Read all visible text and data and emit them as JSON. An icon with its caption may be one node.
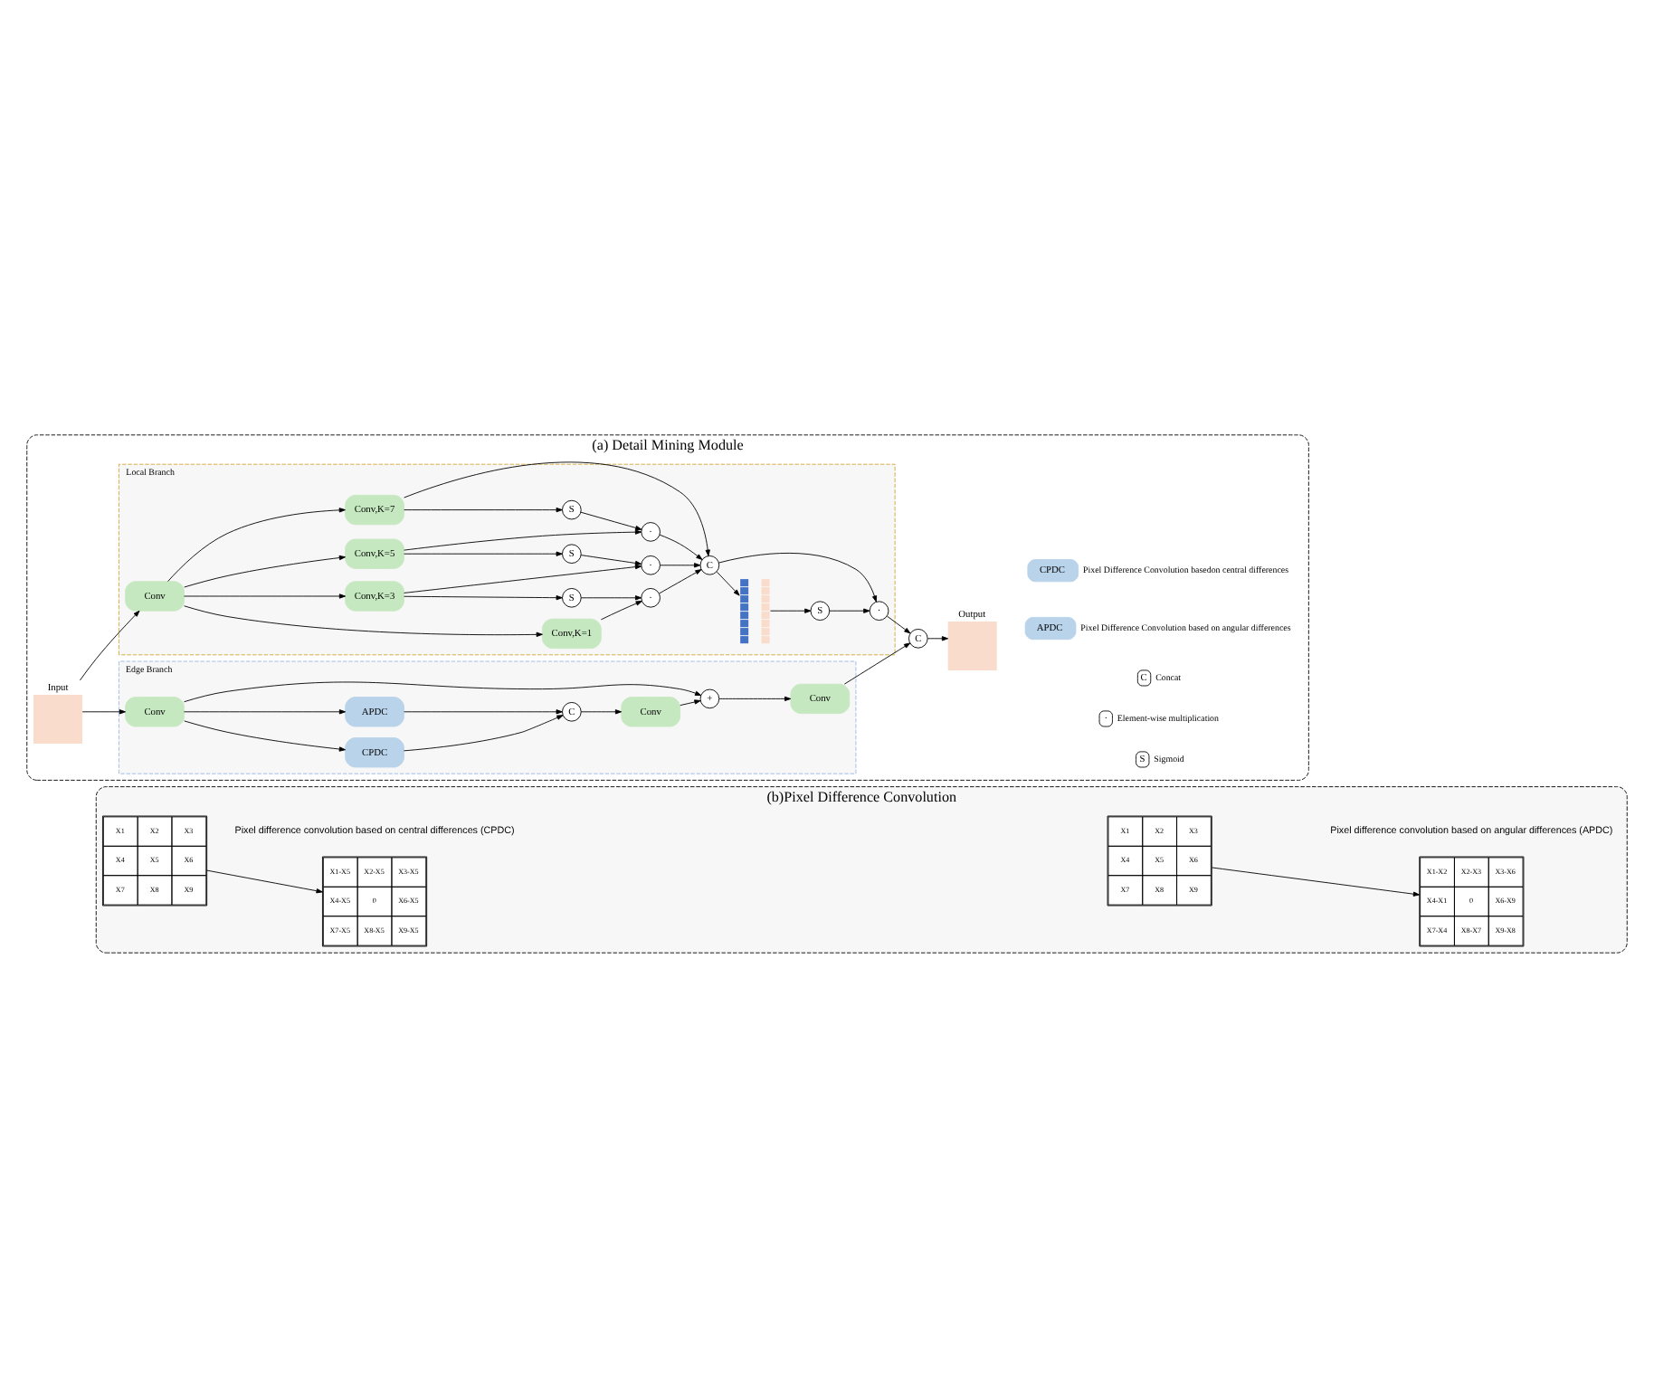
{
  "diagram": {
    "nodes": [
      {
        "text": [
          "(a) Detail Mining Module"
        ]
      },
      {
        "text": [
          "Edge Branch"
        ],
        "in": 0
      },
      {
        "text": [
          "Local Branch"
        ],
        "in": 0
      },
      {
        "text": [
          "Input"
        ],
        "in": 0
      },
      {
        "text": [
          "Conv"
        ],
        "in": 1
      },
      {
        "text": [
          "CPDC"
        ],
        "in": 1
      },
      {
        "text": [
          "APDC"
        ],
        "in": 1
      },
      {
        "text": [
          "C"
        ],
        "in": 1
      },
      {
        "text": [
          "Conv"
        ],
        "in": 1
      },
      {
        "text": [
          "+"
        ],
        "in": 1
      },
      {
        "text": [
          "Conv"
        ],
        "in": 1
      },
      {
        "text": [
          "C"
        ],
        "in": 0
      },
      {
        "text": [
          "Output"
        ],
        "in": 0
      },
      {
        "text": [
          "Conv"
        ],
        "in": 2
      },
      {
        "text": [
          "Conv,K=1"
        ],
        "in": 2
      },
      {
        "text": [
          "Conv,K=3"
        ],
        "in": 2
      },
      {
        "text": [
          "Conv,K=5"
        ],
        "in": 2
      },
      {
        "text": [
          "Conv,K=7"
        ],
        "in": 2
      },
      {
        "text": [
          "S"
        ],
        "in": 2
      },
      {
        "text": [
          "S"
        ],
        "in": 2
      },
      {
        "text": [
          "S"
        ],
        "in": 2
      },
      {
        "text": [
          "·"
        ],
        "in": 2
      },
      {
        "text": [
          "·"
        ],
        "in": 2
      },
      {
        "text": [
          "·"
        ],
        "in": 2
      },
      {
        "text": [
          "C"
        ],
        "in": 2
      },
      {
        "text": [],
        "shape": "picture",
        "in": 2
      },
      {
        "text": [
          "S"
        ],
        "in": 2
      },
      {
        "text": [
          "·"
        ],
        "in": 2
      },
      {
        "text": [
          "CPDC"
        ],
        "beside": [
          "Pixel Difference Convolution basedon central differences"
        ],
        "in": 0
      },
      {
        "text": [
          "APDC"
        ],
        "beside": [
          "Pixel Difference Convolution based on angular differences"
        ],
        "in": 0
      },
      {
        "text": [
          "C"
        ],
        "beside": [
          "Concat"
        ],
        "in": 0
      },
      {
        "text": [
          "·"
        ],
        "beside": [
          "Element-wise multiplication"
        ],
        "in": 0
      },
      {
        "text": [
          "S"
        ],
        "beside": [
          "Sigmoid"
        ],
        "in": 0
      },
      {
        "text": [
          "(b)Pixel Difference Convolution"
        ]
      },
      {
        "text": [
          "X1",
          "X2",
          "X3",
          "X4",
          "X5",
          "X6",
          "X7",
          "X8",
          "X9"
        ],
        "in": 33
      },
      {
        "text": [
          "X1-X5",
          "X2-X5",
          "X3-X5",
          "X4-X5",
          "0",
          "X6-X5",
          "X7-X5",
          "X8-X5",
          "X9-X5"
        ],
        "in": 33
      },
      {
        "text": [
          "X1",
          "X2",
          "X3",
          "X4",
          "X5",
          "X6",
          "X7",
          "X8",
          "X9"
        ],
        "in": 33
      },
      {
        "text": [
          "X1-X2",
          "X2-X3",
          "X3-X6",
          "X4-X1",
          "0",
          "X6-X9",
          "X7-X4",
          "X8-X7",
          "X9-X8"
        ],
        "in": 33
      }
    ],
    "edges": [
      {
        "from": 3,
        "to": 4,
        "arrow": "to"
      },
      {
        "from": 3,
        "to": 13,
        "arrow": "to"
      },
      {
        "from": 4,
        "to": 5,
        "arrow": "to"
      },
      {
        "from": 4,
        "to": 6,
        "arrow": "to"
      },
      {
        "from": 4,
        "to": 9,
        "arrow": "to"
      },
      {
        "from": 5,
        "to": 7,
        "arrow": "to"
      },
      {
        "from": 6,
        "to": 7,
        "arrow": "to"
      },
      {
        "from": 7,
        "to": 8,
        "arrow": "to"
      },
      {
        "from": 8,
        "to": 9,
        "arrow": "to"
      },
      {
        "from": 9,
        "to": 10,
        "arrow": "to"
      },
      {
        "from": 10,
        "to": 11,
        "arrow": "to"
      },
      {
        "from": 11,
        "to": 12,
        "arrow": "to"
      },
      {
        "from": 13,
        "to": 14,
        "arrow": "to"
      },
      {
        "from": 13,
        "to": 15,
        "arrow": "to"
      },
      {
        "from": 13,
        "to": 16,
        "arrow": "to"
      },
      {
        "from": 13,
        "to": 17,
        "arrow": "to"
      },
      {
        "from": 14,
        "to": 21,
        "arrow": "to"
      },
      {
        "from": 15,
        "to": 18,
        "arrow": "to"
      },
      {
        "from": 15,
        "to": 22,
        "arrow": "to"
      },
      {
        "from": 16,
        "to": 19,
        "arrow": "to"
      },
      {
        "from": 16,
        "to": 23,
        "arrow": "to"
      },
      {
        "from": 17,
        "to": 20,
        "arrow": "to"
      },
      {
        "from": 18,
        "to": 21,
        "arrow": "to"
      },
      {
        "from": 19,
        "to": 22,
        "arrow": "to"
      },
      {
        "from": 20,
        "to": 23,
        "arrow": "to"
      },
      {
        "from": 21,
        "to": 24,
        "arrow": "to"
      },
      {
        "from": 22,
        "to": 24,
        "arrow": "to"
      },
      {
        "from": 23,
        "to": 24,
        "arrow": "to"
      },
      {
        "from": 17,
        "to": 24,
        "arrow": "to"
      },
      {
        "from": 24,
        "to": 27,
        "arrow": "to"
      },
      {
        "from": 24,
        "to": 25,
        "arrow": "to"
      },
      {
        "from": 25,
        "to": 26,
        "arrow": "to"
      },
      {
        "from": 26,
        "to": 27,
        "arrow": "to"
      },
      {
        "from": 27,
        "to": 11,
        "arrow": "to"
      },
      {
        "from": 34,
        "to": 35,
        "arrow": "to"
      },
      {
        "from": 36,
        "to": 37,
        "arrow": "to"
      }
    ],
    "labels": [
      "Pixel difference convolution based on central differences (CPDC)",
      "Pixel difference convolution based on angular differences (APDC)"
    ]
  }
}
